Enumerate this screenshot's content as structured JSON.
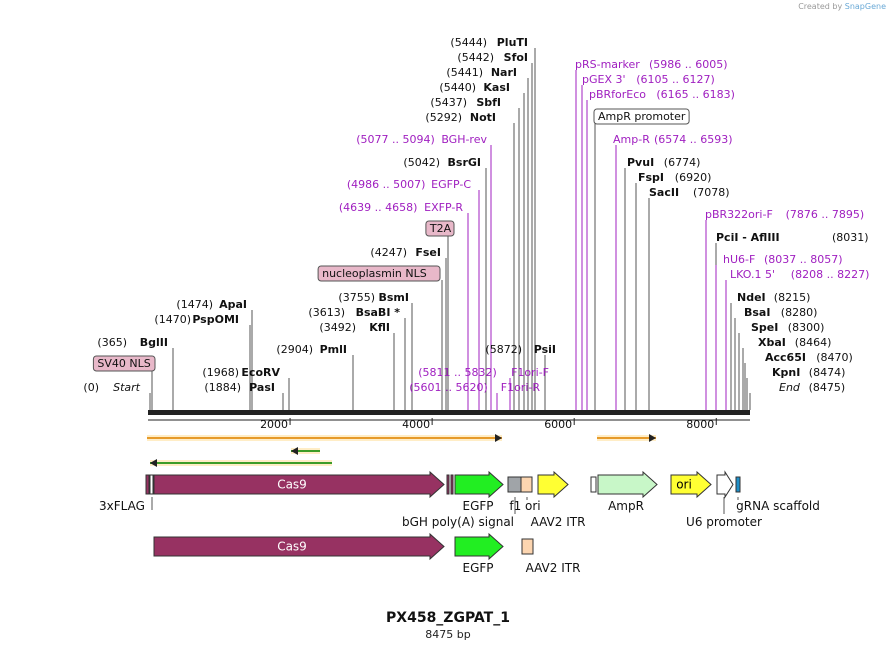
{
  "app": {
    "brand_prefix": "Created by",
    "brand_name": "SnapGene"
  },
  "map": {
    "name": "PX458_ZGPAT_1",
    "length_label": "8475 bp",
    "length": 8475
  },
  "colors": {
    "cas9": "#973262",
    "egfp": "#22ee22",
    "primer": "#a020c0",
    "ori": "#ffff33",
    "ampr": "#c8f7c8",
    "aav2": "#fcd5b0",
    "bgh": "#a0a4a8",
    "sv40": "#e8b8c9",
    "t2a": "#e8b8c9",
    "nls": "#e8b8c9",
    "amprbox": "#ffffff",
    "orf": "#e69a2a",
    "orfback": "#3c9c28",
    "u6": "#ffffff",
    "grna": "#1f8fc8"
  },
  "ruler": {
    "ticks": [
      "2000",
      "4000",
      "6000",
      "8000"
    ]
  },
  "sites": [
    {
      "pos": "(5444)",
      "name": "PluTI",
      "style": "enzyme"
    },
    {
      "pos": "(5442)",
      "name": "SfoI",
      "style": "enzyme"
    },
    {
      "pos": "(5441)",
      "name": "NarI",
      "style": "enzyme"
    },
    {
      "pos": "(5440)",
      "name": "KasI",
      "style": "enzyme"
    },
    {
      "pos": "(5437)",
      "name": "SbfI",
      "style": "enzyme"
    },
    {
      "pos": "(5292)",
      "name": "NotI",
      "style": "enzyme"
    },
    {
      "pos": "(5077 .. 5094)",
      "name": "BGH-rev",
      "style": "primer"
    },
    {
      "pos": "(5042)",
      "name": "BsrGI",
      "style": "enzyme"
    },
    {
      "pos": "(4986 .. 5007)",
      "name": "EGFP-C",
      "style": "primer"
    },
    {
      "pos": "(4639 .. 4658)",
      "name": "EXFP-R",
      "style": "primer"
    },
    {
      "pos": "",
      "name": "T2A",
      "style": "box-pink"
    },
    {
      "pos": "(4247)",
      "name": "FseI",
      "style": "enzyme"
    },
    {
      "pos": "",
      "name": "nucleoplasmin NLS",
      "style": "box-pink"
    },
    {
      "pos": "(3755)",
      "name": "BsmI",
      "style": "enzyme"
    },
    {
      "pos": "(3613)",
      "name": "BsaBI *",
      "style": "enzyme"
    },
    {
      "pos": "(3492)",
      "name": "KflI",
      "style": "enzyme"
    },
    {
      "pos": "(1474)",
      "name": "ApaI",
      "style": "enzyme"
    },
    {
      "pos": "(1470)",
      "name": "PspOMI",
      "style": "enzyme"
    },
    {
      "pos": "(365)",
      "name": "BglII",
      "style": "enzyme"
    },
    {
      "pos": "(2904)",
      "name": "PmlI",
      "style": "enzyme"
    },
    {
      "pos": "",
      "name": "SV40 NLS",
      "style": "box-pink"
    },
    {
      "pos": "(1968)",
      "name": "EcoRV",
      "style": "enzyme"
    },
    {
      "pos": "(1884)",
      "name": "PasI",
      "style": "enzyme"
    },
    {
      "pos": "(0)",
      "name": "Start",
      "style": "italic"
    },
    {
      "pos": "(5872)",
      "name": "PsiI",
      "style": "enzyme"
    },
    {
      "pos": "(5811 .. 5832)",
      "name": "F1ori-F",
      "style": "primer"
    },
    {
      "pos": "(5601 .. 5620)",
      "name": "F1ori-R",
      "style": "primer"
    },
    {
      "pos": "(5986 .. 6005)",
      "name": "pRS-marker",
      "style": "primer-right"
    },
    {
      "pos": "(6105 .. 6127)",
      "name": "pGEX 3'",
      "style": "primer-right"
    },
    {
      "pos": "(6165 .. 6183)",
      "name": "pBRforEco",
      "style": "primer-right"
    },
    {
      "pos": "",
      "name": "AmpR promoter",
      "style": "box-white"
    },
    {
      "pos": "(6574 .. 6593)",
      "name": "Amp-R",
      "style": "primer-right"
    },
    {
      "pos": "(6774)",
      "name": "PvuI",
      "style": "enzyme-right"
    },
    {
      "pos": "(6920)",
      "name": "FspI",
      "style": "enzyme-right"
    },
    {
      "pos": "(7078)",
      "name": "SacII",
      "style": "enzyme-right"
    },
    {
      "pos": "(7876 .. 7895)",
      "name": "pBR322ori-F",
      "style": "primer-right"
    },
    {
      "pos": "(8031)",
      "name": "PciI  -  AflIII",
      "style": "enzyme-right"
    },
    {
      "pos": "(8037 .. 8057)",
      "name": "hU6-F",
      "style": "primer-right"
    },
    {
      "pos": "(8208 .. 8227)",
      "name": "LKO.1 5'",
      "style": "primer-right"
    },
    {
      "pos": "(8215)",
      "name": "NdeI",
      "style": "enzyme-right"
    },
    {
      "pos": "(8280)",
      "name": "BsaI",
      "style": "enzyme-right"
    },
    {
      "pos": "(8300)",
      "name": "SpeI",
      "style": "enzyme-right"
    },
    {
      "pos": "(8464)",
      "name": "XbaI",
      "style": "enzyme-right"
    },
    {
      "pos": "(8470)",
      "name": "Acc65I",
      "style": "enzyme-right"
    },
    {
      "pos": "(8474)",
      "name": "KpnI",
      "style": "enzyme-right"
    },
    {
      "pos": "(8475)",
      "name": "End",
      "style": "italic-right"
    }
  ],
  "features": [
    {
      "name": "3xFLAG",
      "label": "3xFLAG"
    },
    {
      "name": "Cas9",
      "label": "Cas9"
    },
    {
      "name": "EGFP",
      "label": "EGFP"
    },
    {
      "name": "bGH poly(A) signal",
      "label": "bGH poly(A) signal"
    },
    {
      "name": "f1 ori",
      "label": "f1 ori"
    },
    {
      "name": "AAV2 ITR",
      "label": "AAV2 ITR"
    },
    {
      "name": "AmpR",
      "label": "AmpR"
    },
    {
      "name": "ori",
      "label": "ori"
    },
    {
      "name": "U6 promoter",
      "label": "U6 promoter"
    },
    {
      "name": "gRNA scaffold",
      "label": "gRNA scaffold"
    }
  ],
  "lower_features": [
    {
      "name": "Cas9",
      "label": "Cas9"
    },
    {
      "name": "EGFP",
      "label": "EGFP"
    },
    {
      "name": "AAV2 ITR",
      "label": "AAV2 ITR"
    }
  ]
}
